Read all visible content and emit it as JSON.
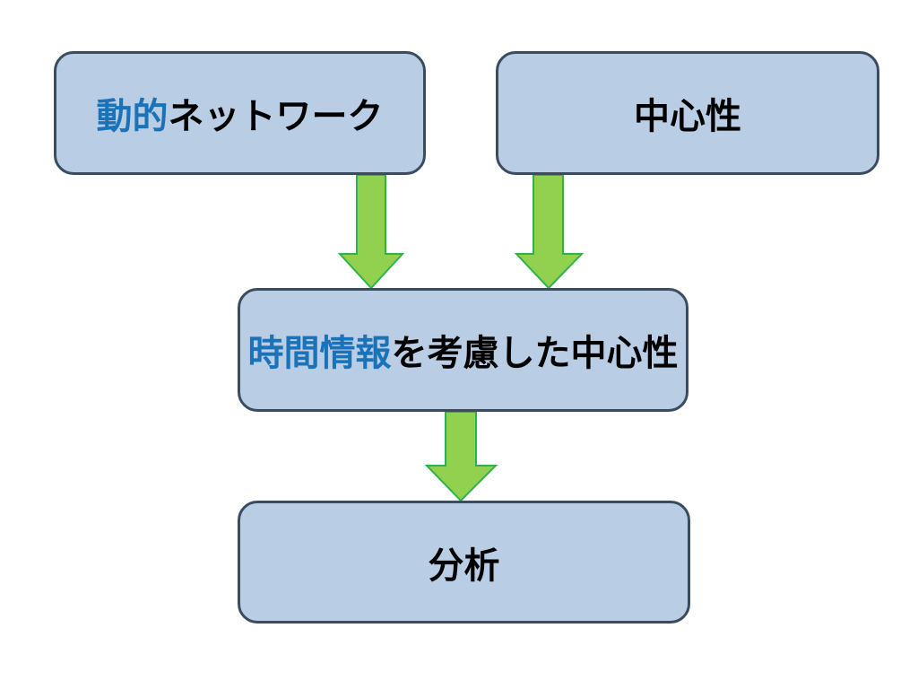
{
  "nodes": {
    "dynamic_network": {
      "accent_text": "動的",
      "text": "ネットワーク"
    },
    "centrality": {
      "text": "中心性"
    },
    "temporal_centrality": {
      "accent_text": "時間情報",
      "text": "を考慮した中心性"
    },
    "analysis": {
      "text": "分析"
    }
  },
  "edges": [
    {
      "from": "dynamic_network",
      "to": "temporal_centrality"
    },
    {
      "from": "centrality",
      "to": "temporal_centrality"
    },
    {
      "from": "temporal_centrality",
      "to": "analysis"
    }
  ],
  "colors": {
    "box_fill": "#b9cde4",
    "box_border": "#3b4c61",
    "accent_text": "#1a73b8",
    "arrow_fill": "#92d050",
    "arrow_outline": "#2fb24b"
  }
}
